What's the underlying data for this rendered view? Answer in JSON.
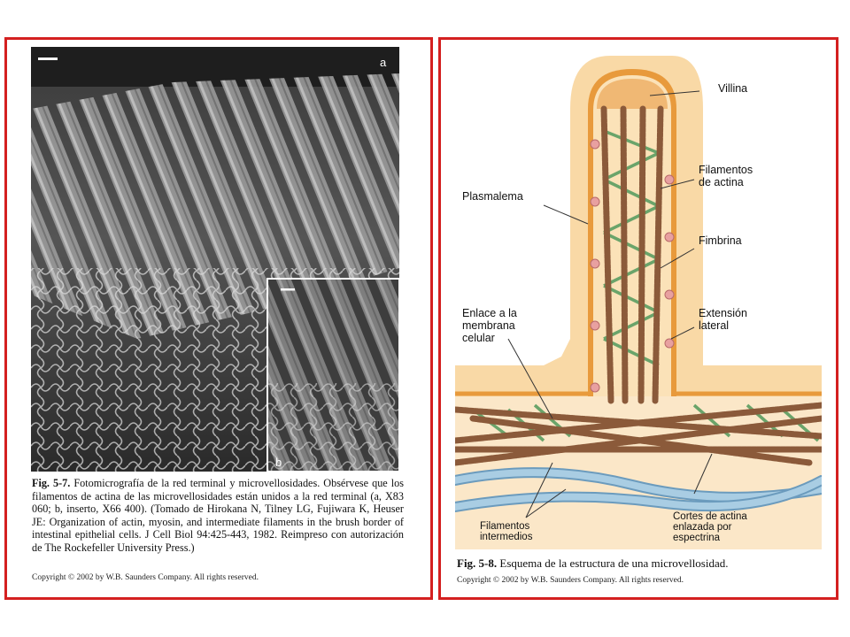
{
  "left_figure": {
    "panel_a_letter": "a",
    "panel_b_letter": "b",
    "caption_fig": "Fig. 5-7.",
    "caption_text": "Fotomicrografía de la red terminal y microvellosidades. Obsérvese que los filamentos de actina de las microvellosidades están unidos a la red terminal (a, X83 060; b, inserto, X66 400). (Tomado de Hirokana N, Tilney LG, Fujiwara K, Heuser JE: Organization of actin, myosin, and intermediate filaments in the brush border of intestinal epithelial cells. J Cell Biol 94:425-443, 1982. Reimpreso con autorización de The Rockefeller University Press.)",
    "copyright": "Copyright © 2002 by W.B. Saunders Company. All rights reserved."
  },
  "right_figure": {
    "labels": {
      "villina": "Villina",
      "filamentos_actina": "Filamentos\nde actina",
      "plasmalema": "Plasmalema",
      "fimbrina": "Fimbrina",
      "enlace": "Enlace a la\nmembrana\ncelular",
      "extension": "Extensión\nlateral",
      "filamentos_intermedios": "Filamentos\nintermedios",
      "cortes": "Cortes de actina\nenlazada por\nespectrina"
    },
    "caption_fig": "Fig. 5-8.",
    "caption_text": "Esquema de la estructura de una microvellosidad.",
    "copyright": "Copyright © 2002 by W.B. Saunders Company. All rights reserved."
  },
  "colors": {
    "frame": "#d42020",
    "cytoplasm": "#f9d9a6",
    "membrane": "#e09a3c",
    "actin": "#8b5a3a",
    "crosslink": "#6aa46a",
    "villin_cap": "#f0b874",
    "intermediate": "#9fc6de",
    "lower_bg": "#fbe7c8"
  }
}
